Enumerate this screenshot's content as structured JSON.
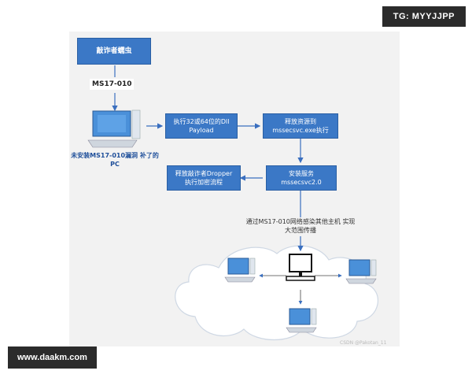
{
  "watermark_top": "TG: MYYJJPP",
  "watermark_bottom": "www.daakm.com",
  "csdn_credit": "CSDN @Pakotan_11",
  "nodes": {
    "ransomware": "敲诈者蠕虫",
    "ms17_010": "MS17-010",
    "unpatched_pc_line1": "未安装MS17-010漏洞",
    "unpatched_pc_line2": "补了的PC",
    "payload_line1": "执行32或64位的Dll",
    "payload_line2": "Payload",
    "release_line1": "释放资源到",
    "release_line2": "mssecsvc.exe执行",
    "install_line1": "安装服务",
    "install_line2": "mssecsvc2.0",
    "dropper_line1": "释放敲诈者Dropper",
    "dropper_line2": "执行加密流程",
    "spread_line1": "通过MS17-010网络感染其他主机",
    "spread_line2": "实现大范围传播"
  },
  "colors": {
    "box_fill": "#3b78c6",
    "arrow": "#3a6fbf",
    "monitor_fill": "#4a90d9"
  }
}
